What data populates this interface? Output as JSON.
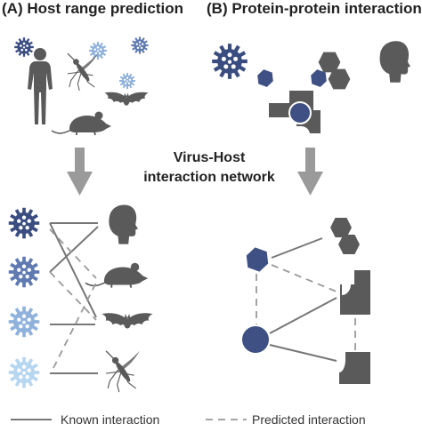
{
  "panels": {
    "a": {
      "title": "(A) Host range prediction"
    },
    "b": {
      "title": "(B) Protein-protein interaction"
    }
  },
  "center": {
    "line1": "Virus-Host",
    "line2": "interaction network"
  },
  "legend": {
    "known": "Known interaction",
    "predicted": "Predicted interaction"
  },
  "colors": {
    "virus_navy": "#3a4d80",
    "virus_blue": "#5f7ab1",
    "virus_light": "#8fb1dc",
    "virus_pale": "#b7d6f0",
    "host_gray": "#5a5a5a",
    "line_gray": "#777777",
    "arrow_gray": "#9a9a9a",
    "protein_blue": "#3f5184"
  },
  "icons": [
    "virus-icon",
    "human-figure-icon",
    "mosquito-icon",
    "bat-icon",
    "mouse-icon",
    "human-head-icon",
    "protein-hexagon-icon",
    "protein-square-icon",
    "protein-circle-icon"
  ]
}
